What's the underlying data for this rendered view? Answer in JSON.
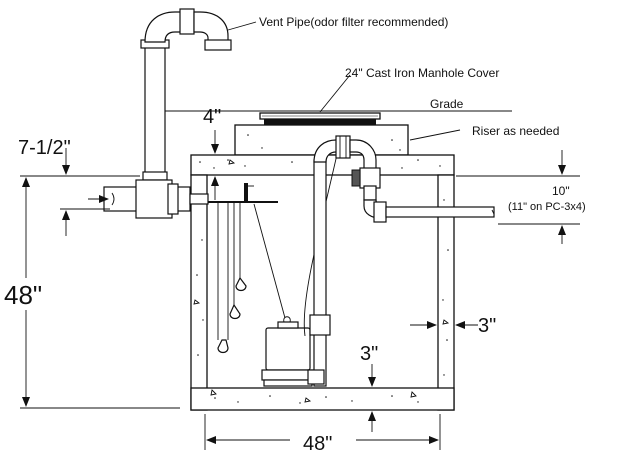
{
  "labels": {
    "vent_pipe": "Vent Pipe(odor filter recommended)",
    "manhole_cover": "24\" Cast Iron Manhole Cover",
    "grade": "Grade",
    "riser": "Riser as needed"
  },
  "dimensions": {
    "inlet_depth": "7-1/2\"",
    "lid_thickness": "4\"",
    "height": "48\"",
    "discharge_depth": "10\"",
    "discharge_note": "(11\" on PC-3x4)",
    "wall_thickness": "3\"",
    "floor_thickness": "3\"",
    "width": "48\""
  }
}
